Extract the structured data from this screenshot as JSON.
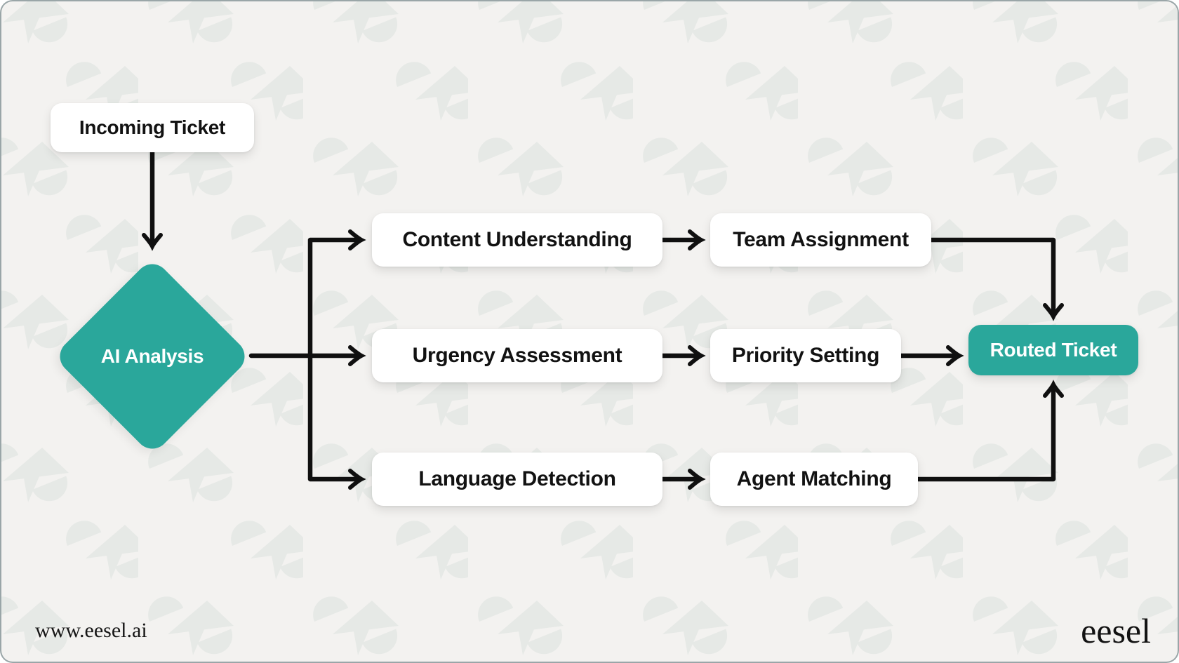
{
  "colors": {
    "accent_teal": "#2aa79b",
    "canvas_background": "#f3f2f0",
    "connector_line": "#101010",
    "watermark_gray": "#e6e9e6",
    "node_background": "#ffffff"
  },
  "diagram": {
    "start_node": "Incoming Ticket",
    "decision_node": "AI Analysis",
    "rows": [
      {
        "analysis_step": "Content Understanding",
        "routing_step": "Team Assignment"
      },
      {
        "analysis_step": "Urgency Assessment",
        "routing_step": "Priority Setting"
      },
      {
        "analysis_step": "Language Detection",
        "routing_step": "Agent Matching"
      }
    ],
    "end_node": "Routed Ticket"
  },
  "footer": {
    "website_url_text": "www.eesel.ai",
    "brand_wordmark": "eesel"
  }
}
